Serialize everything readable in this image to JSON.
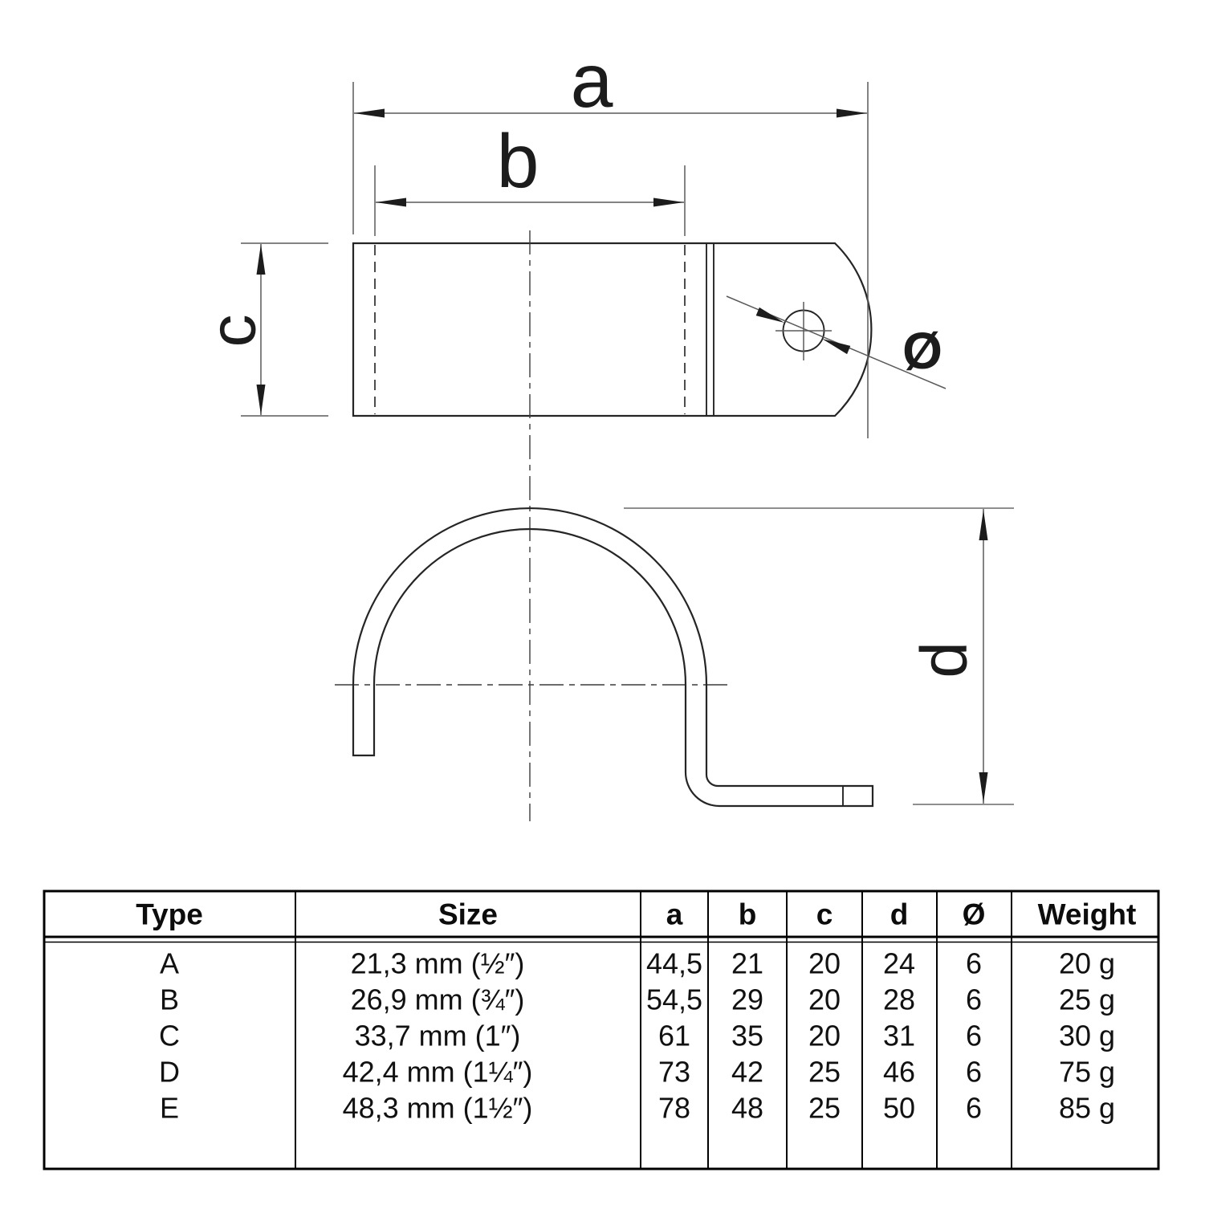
{
  "drawing": {
    "dim_labels": {
      "a": "a",
      "b": "b",
      "c": "c",
      "d": "d",
      "diameter": "Ø"
    }
  },
  "table": {
    "headers": {
      "type": "Type",
      "size": "Size",
      "a": "a",
      "b": "b",
      "c": "c",
      "d": "d",
      "diameter": "Ø",
      "weight": "Weight"
    },
    "rows": [
      {
        "type": "A",
        "size": "21,3 mm (½″)",
        "a": "44,5",
        "b": "21",
        "c": "20",
        "d": "24",
        "diameter": "6",
        "weight": "20 g"
      },
      {
        "type": "B",
        "size": "26,9 mm (¾″)",
        "a": "54,5",
        "b": "29",
        "c": "20",
        "d": "28",
        "diameter": "6",
        "weight": "25 g"
      },
      {
        "type": "C",
        "size": "33,7 mm (1″)",
        "a": "61",
        "b": "35",
        "c": "20",
        "d": "31",
        "diameter": "6",
        "weight": "30 g"
      },
      {
        "type": "D",
        "size": "42,4 mm (1¼″)",
        "a": "73",
        "b": "42",
        "c": "25",
        "d": "46",
        "diameter": "6",
        "weight": "75 g"
      },
      {
        "type": "E",
        "size": "48,3 mm (1½″)",
        "a": "78",
        "b": "48",
        "c": "25",
        "d": "50",
        "diameter": "6",
        "weight": "85 g"
      }
    ]
  }
}
